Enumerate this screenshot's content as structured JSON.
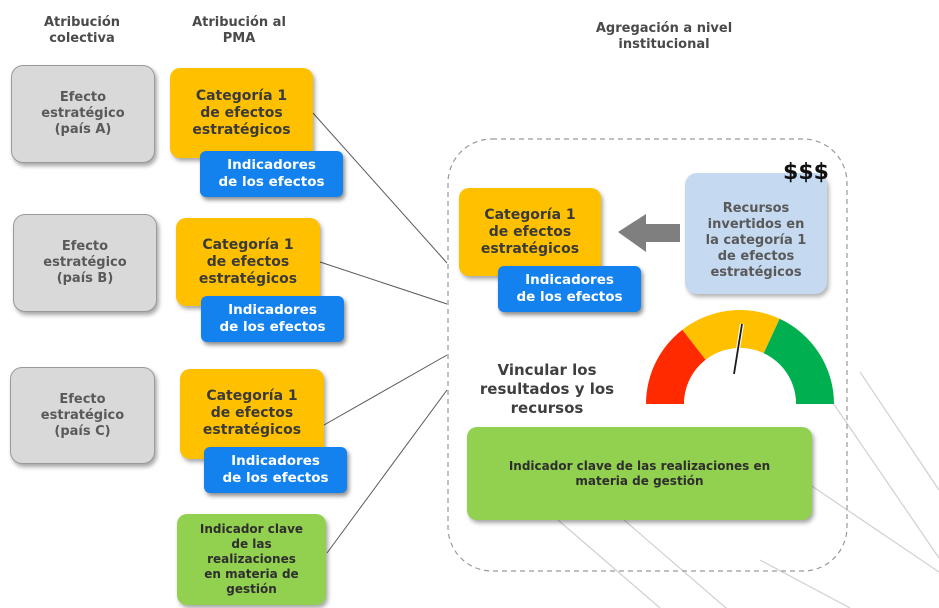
{
  "headers": {
    "collective": "Atribución\ncolectiva",
    "wfp": "Atribución al\nPMA",
    "institutional": "Agregación a nivel\ninstitucional"
  },
  "countries": [
    {
      "effect": "Efecto\nestratégico\n(país A)",
      "category": "Categoría 1\nde efectos\nestratégicos",
      "indicators": "Indicadores\nde los efectos"
    },
    {
      "effect": "Efecto\nestratégico\n(país B)",
      "category": "Categoría 1\nde efectos\nestratégicos",
      "indicators": "Indicadores\nde los efectos"
    },
    {
      "effect": "Efecto\nestratégico\n(país C)",
      "category": "Categoría 1\nde efectos\nestratégicos",
      "indicators": "Indicadores\nde los efectos"
    }
  ],
  "kpi_left": "Indicador clave\nde las\nrealizaciones\nen materia de\ngestión",
  "institutional": {
    "category": "Categoría 1\nde efectos\nestratégicos",
    "indicators": "Indicadores\nde los efectos",
    "money": "$$$",
    "resources": "Recursos\ninvertidos en\nla categoría 1\nde efectos\nestratégicos",
    "link_text": "Vincular los\nresultados y los\nrecursos",
    "kpi": "Indicador clave de las realizaciones en\nmateria de gestión"
  },
  "colors": {
    "grey": "#d9d9d9",
    "orange": "#ffc000",
    "blue": "#1381ee",
    "green": "#92d050",
    "lightblue": "#c5d9f1",
    "gauge_red": "#ff2a00",
    "gauge_yellow": "#ffc000",
    "gauge_green": "#00b050"
  },
  "icons": {
    "arrow": "left-arrow-icon",
    "gauge": "gauge-icon",
    "watermark": "draft-watermark"
  }
}
